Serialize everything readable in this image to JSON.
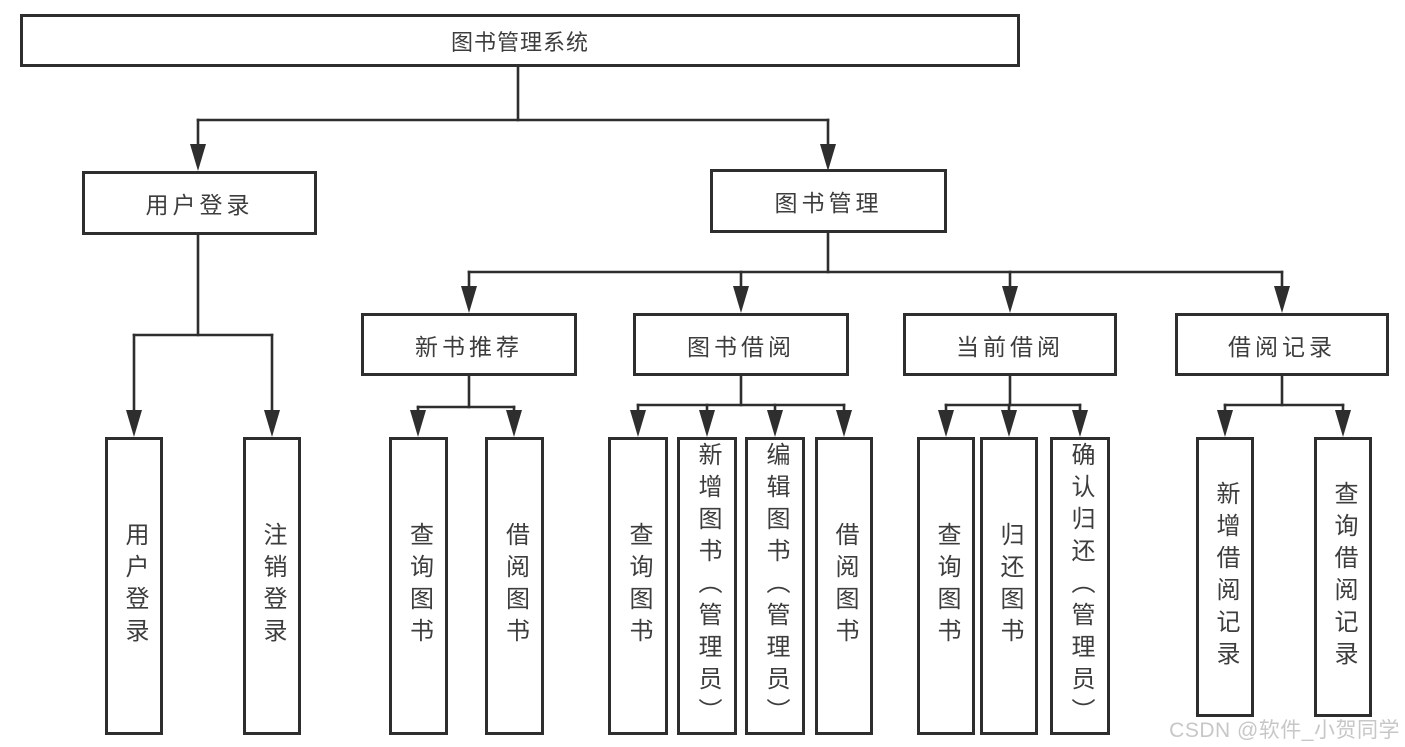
{
  "diagram_title": "图书管理系统",
  "tree": {
    "label": "图书管理系统",
    "children": [
      {
        "label": "用户登录",
        "children": [
          {
            "label": "用户登录"
          },
          {
            "label": "注销登录"
          }
        ]
      },
      {
        "label": "图书管理",
        "children": [
          {
            "label": "新书推荐",
            "children": [
              {
                "label": "查询图书"
              },
              {
                "label": "借阅图书"
              }
            ]
          },
          {
            "label": "图书借阅",
            "children": [
              {
                "label": "查询图书"
              },
              {
                "label": "新增图书（管理员）"
              },
              {
                "label": "编辑图书（管理员）"
              },
              {
                "label": "借阅图书"
              }
            ]
          },
          {
            "label": "当前借阅",
            "children": [
              {
                "label": "查询图书"
              },
              {
                "label": "归还图书"
              },
              {
                "label": "确认归还（管理员）"
              }
            ]
          },
          {
            "label": "借阅记录",
            "children": [
              {
                "label": "新增借阅记录"
              },
              {
                "label": "查询借阅记录"
              }
            ]
          }
        ]
      }
    ]
  },
  "watermark": {
    "text": "CSDN @软件_小贺同学"
  },
  "colors": {
    "line": "#2e2e2e",
    "text": "#3d3d3d",
    "background": "#ffffff",
    "watermark": "#c3c3c3"
  }
}
